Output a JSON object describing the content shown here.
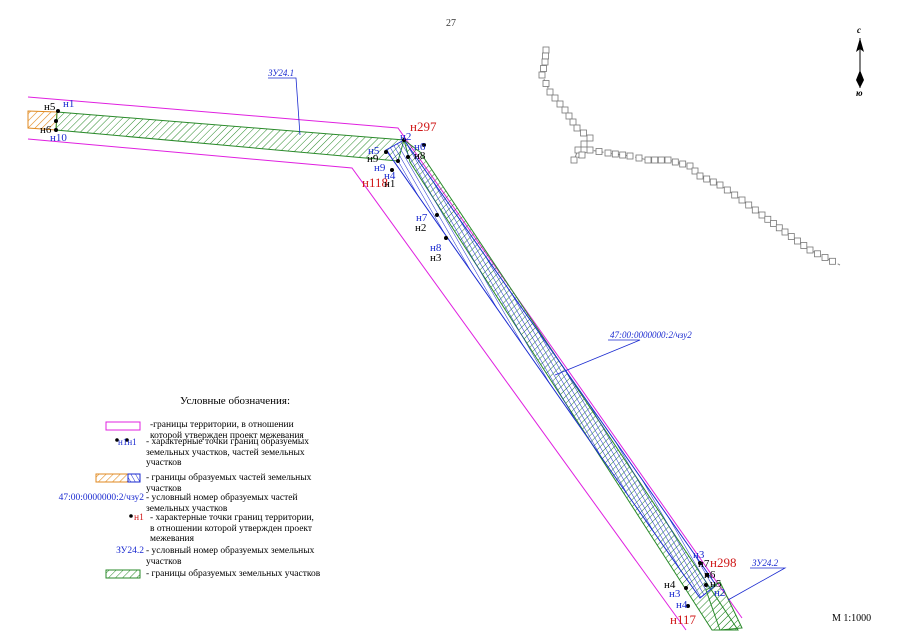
{
  "page_number": "27",
  "scale": "М 1:1000",
  "compass": {
    "north": "с",
    "south": "ю"
  },
  "parcels": {
    "zu1": "ЗУ24.1",
    "zu2": "ЗУ24.2",
    "part": "47:00:0000000:2/чзу2"
  },
  "points": {
    "n1_top": "н1",
    "n5_left": "н5",
    "n6_left": "н6",
    "n10": "н10",
    "n297": "н297",
    "n2_top": "н2",
    "n5_mid": "н5",
    "n9_mid": "н9",
    "n8_mid": "н8",
    "n6_mid": "н6",
    "n9_low": "н9",
    "n4_mid": "н4",
    "n1_mid": "н1",
    "n118": "н118",
    "n7_mid": "н7",
    "n2_mid": "н2",
    "n8_low": "н8",
    "n3_mid": "н3",
    "n3_bot": "н3",
    "n7_bot": "н7",
    "n298": "н298",
    "n6_bot": "н6",
    "n5_bot": "н5",
    "n4_bot": "н4",
    "n3b_bot": "н3",
    "n2_bot": "н2",
    "n4b_bot": "н4",
    "n117": "н117"
  },
  "legend": {
    "title": "Условные обозначения:",
    "items": [
      {
        "text": "-границы территории, в отношении которой утвержден проект межевания"
      },
      {
        "symbol": "н1н1",
        "text": "- характерные точки границ образуемых земельных участков, частей земельных участков"
      },
      {
        "text": "- границы образуемых частей земельных участков"
      },
      {
        "symbol": "47:00:0000000:2/чзу2",
        "text": "- условный номер образуемых частей земельных участков"
      },
      {
        "symbol": "н1",
        "text": "- характерные точки границ территории, в отношении которой утвержден проект межевания"
      },
      {
        "symbol": "ЗУ24.2",
        "text": "- условный номер образуемых земельных участков"
      },
      {
        "text": "- границы образуемых земельных участков"
      }
    ]
  },
  "colors": {
    "territory_boundary": "#e020e0",
    "parcel_hatch": "#2a8a2a",
    "part_hatch": "#1a2ad0",
    "orange_hatch": "#e08a20",
    "blue_text": "#1a2ad0",
    "red_text": "#d01818",
    "object": "#888888"
  },
  "icons": [
    "north-arrow-icon",
    "point-marker-icon"
  ]
}
